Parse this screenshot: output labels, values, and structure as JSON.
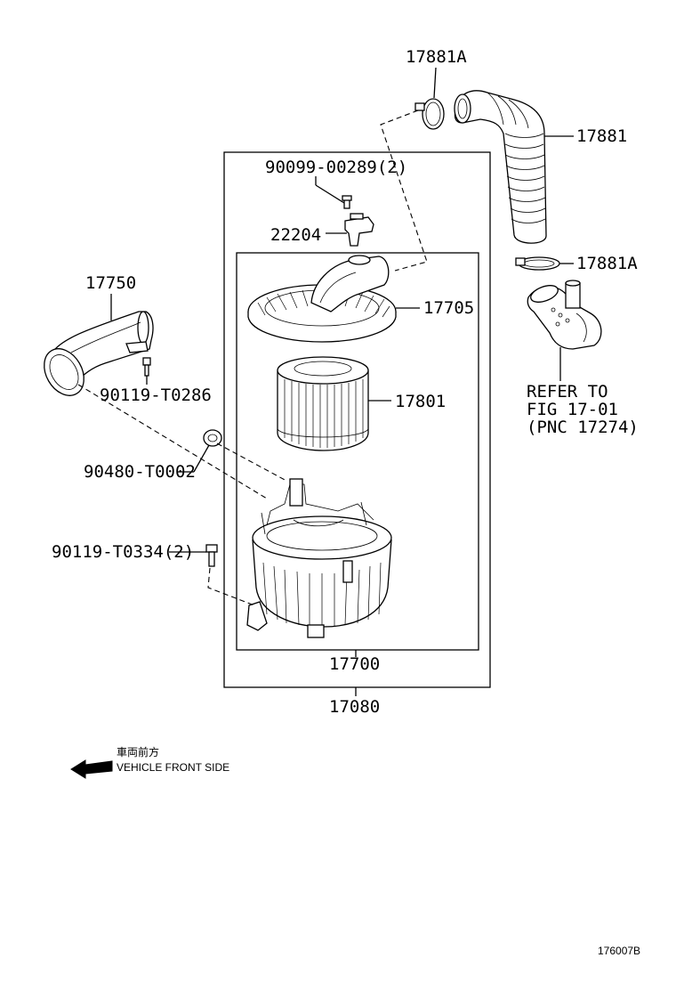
{
  "labels": {
    "clamp_top": "17881A",
    "hose": "17881",
    "clamp_bottom": "17881A",
    "screw_top": "90099-00289(2)",
    "sensor": "22204",
    "cap": "17705",
    "element": "17801",
    "case": "17700",
    "assembly": "17080",
    "inlet": "17750",
    "bolt_inlet": "90119-T0286",
    "grommet": "90480-T0002",
    "bolt_case": "90119-T0334(2)",
    "refer_line1": "REFER TO",
    "refer_line2": "FIG 17-01",
    "refer_line3": "(PNC 17274)",
    "direction_jp": "車両前方",
    "direction_en": "VEHICLE FRONT SIDE",
    "figure_id": "176007B"
  }
}
